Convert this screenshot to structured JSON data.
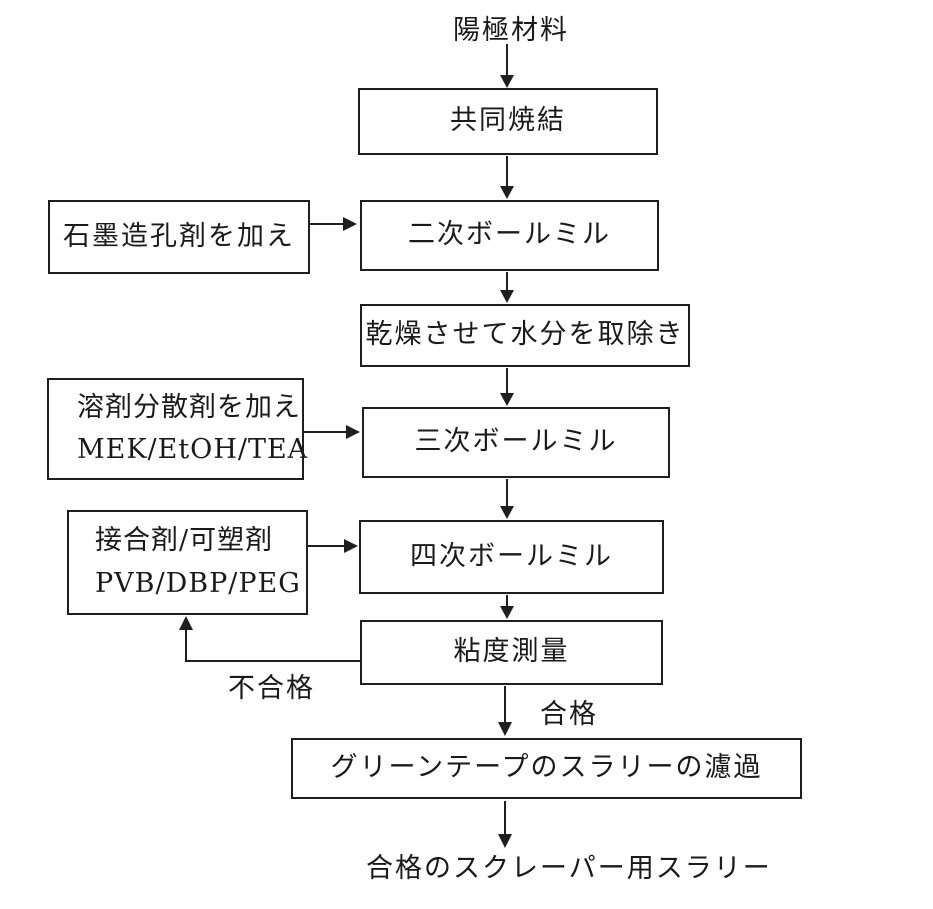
{
  "diagram_type": "process-flowchart",
  "flow": {
    "start": "陽極材料",
    "step1": "共同焼結",
    "step2": "二次ボールミル",
    "step3": "乾燥させて水分を取除き",
    "step4": "三次ボールミル",
    "step5": "四次ボールミル",
    "step6": "粘度測量",
    "step7": "グリーンテープのスラリーの濾過",
    "end": "合格のスクレーパー用スラリー"
  },
  "inputs": {
    "graphite_pore_former": "石墨造孔剤を加え",
    "solvent_dispersant_line1": "溶剤分散剤を加え",
    "solvent_dispersant_line2": "MEK/EtOH/TEA",
    "binder_plasticizer_line1": "接合剤/可塑剤",
    "binder_plasticizer_line2": "PVB/DBP/PEG"
  },
  "decision": {
    "pass": "合格",
    "fail": "不合格"
  },
  "colors": {
    "ink": "#1f1f1f",
    "background": "#ffffff"
  }
}
